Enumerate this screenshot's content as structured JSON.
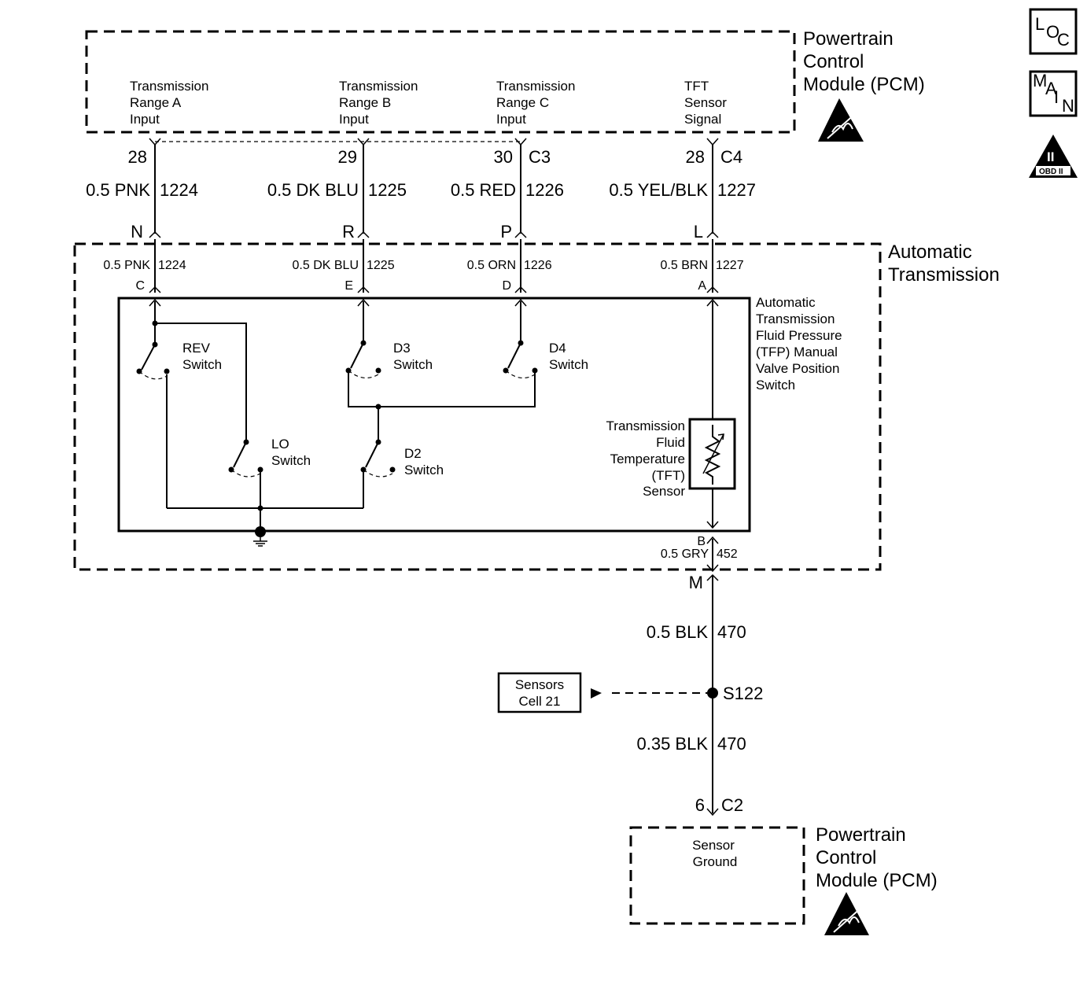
{
  "pcm_top": {
    "title": [
      "Powertrain",
      "Control",
      "Module (PCM)"
    ],
    "inputs": [
      [
        "Transmission",
        "Range A",
        "Input"
      ],
      [
        "Transmission",
        "Range B",
        "Input"
      ],
      [
        "Transmission",
        "Range C",
        "Input"
      ],
      [
        "TFT",
        "Sensor",
        "Signal"
      ]
    ]
  },
  "icons": {
    "loc": [
      "L",
      "O",
      "C"
    ],
    "main": [
      "M",
      "A",
      "I",
      "N"
    ],
    "obd": {
      "numeral": "II",
      "caption": "OBD II"
    },
    "esd": "esd-warning-icon"
  },
  "top_wires": [
    {
      "pin": "28",
      "connector": "",
      "wire": "0.5 PNK",
      "circuit": "1224",
      "letter": "N"
    },
    {
      "pin": "29",
      "connector": "",
      "wire": "0.5 DK BLU",
      "circuit": "1225",
      "letter": "R"
    },
    {
      "pin": "30",
      "connector": "C3",
      "wire": "0.5 RED",
      "circuit": "1226",
      "letter": "P"
    },
    {
      "pin": "28",
      "connector": "C4",
      "wire": "0.5 YEL/BLK",
      "circuit": "1227",
      "letter": "L"
    }
  ],
  "transmission": {
    "title": [
      "Automatic",
      "Transmission"
    ],
    "inner_wires": [
      {
        "wire": "0.5 PNK",
        "circuit": "1224",
        "pin": "C"
      },
      {
        "wire": "0.5 DK BLU",
        "circuit": "1225",
        "pin": "E"
      },
      {
        "wire": "0.5 ORN",
        "circuit": "1226",
        "pin": "D"
      },
      {
        "wire": "0.5 BRN",
        "circuit": "1227",
        "pin": "A"
      }
    ],
    "switch_assembly": [
      "Automatic",
      "Transmission",
      "Fluid Pressure",
      "(TFP) Manual",
      "Valve Position",
      "Switch"
    ],
    "switches": {
      "rev": [
        "REV",
        "Switch"
      ],
      "d3": [
        "D3",
        "Switch"
      ],
      "d4": [
        "D4",
        "Switch"
      ],
      "lo": [
        "LO",
        "Switch"
      ],
      "d2": [
        "D2",
        "Switch"
      ]
    },
    "tft_sensor": [
      "Transmission",
      "Fluid",
      "Temperature",
      "(TFT)",
      "Sensor"
    ],
    "bottom_wire": {
      "pin": "B",
      "wire": "0.5 GRY",
      "circuit": "452"
    }
  },
  "lower": {
    "connector_letter": "M",
    "wire1": {
      "wire": "0.5 BLK",
      "circuit": "470"
    },
    "splice": "S122",
    "sensors_ref": [
      "Sensors",
      "Cell 21"
    ],
    "wire2": {
      "wire": "0.35 BLK",
      "circuit": "470"
    },
    "pin": "6",
    "connector": "C2"
  },
  "pcm_bottom": {
    "title": [
      "Powertrain",
      "Control",
      "Module (PCM)"
    ],
    "inputs": [
      "Sensor",
      "Ground"
    ]
  }
}
